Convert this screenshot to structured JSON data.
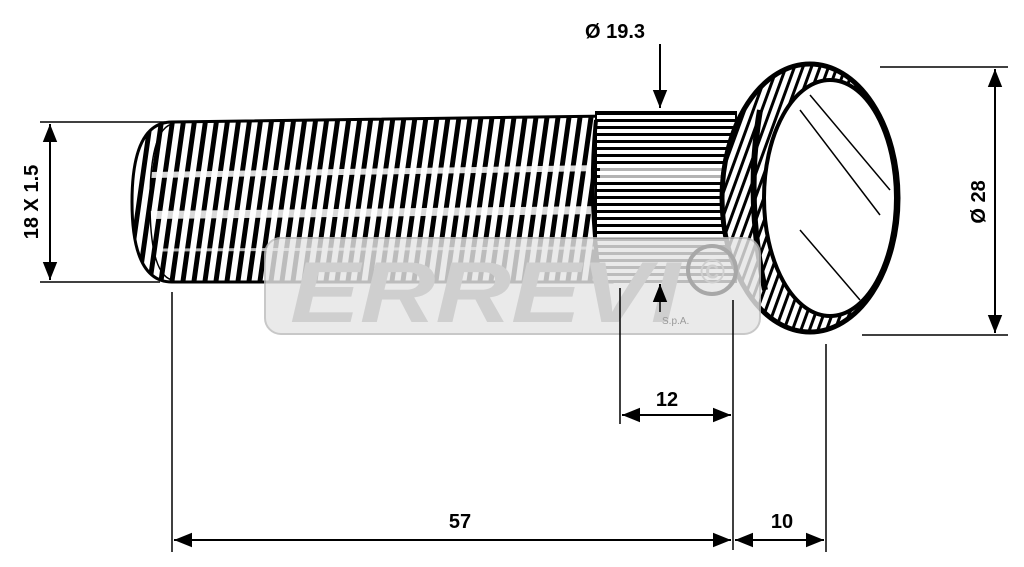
{
  "dimensions": {
    "head_diameter": "Ø 28",
    "knurl_diameter": "Ø 19.3",
    "thread_size": "18 X 1.5",
    "knurl_length": "12",
    "shank_length": "57",
    "head_length": "10"
  },
  "watermark": {
    "brand": "ERREVI",
    "suffix": "S.p.A.",
    "symbol": "©"
  }
}
